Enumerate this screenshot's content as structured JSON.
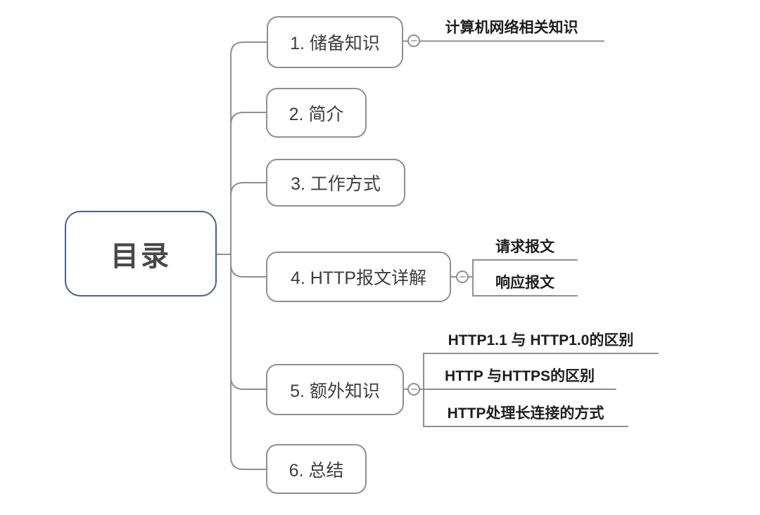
{
  "mindmap": {
    "root": {
      "label": "目录"
    },
    "branches": [
      {
        "label": "1. 储备知识",
        "children": [
          {
            "label": "计算机网络相关知识"
          }
        ]
      },
      {
        "label": "2. 简介",
        "children": []
      },
      {
        "label": "3. 工作方式",
        "children": []
      },
      {
        "label": "4. HTTP报文详解",
        "children": [
          {
            "label": "请求报文"
          },
          {
            "label": "响应报文"
          }
        ]
      },
      {
        "label": "5. 额外知识",
        "children": [
          {
            "label": "HTTP1.1 与 HTTP1.0的区别"
          },
          {
            "label": "HTTP 与HTTPS的区别"
          },
          {
            "label": "HTTP处理长连接的方式"
          }
        ]
      },
      {
        "label": "6. 总结",
        "children": []
      }
    ],
    "icons": {
      "collapse": "minus"
    },
    "colors": {
      "background": "#ffffff",
      "root_border": "#4a5f8f",
      "branch_border": "#8f8f8f",
      "connector": "#8f8f8f",
      "box_text": "#3d3d3d",
      "leaf_text": "#1d1d1d",
      "minus": "#a9b6cc"
    }
  }
}
